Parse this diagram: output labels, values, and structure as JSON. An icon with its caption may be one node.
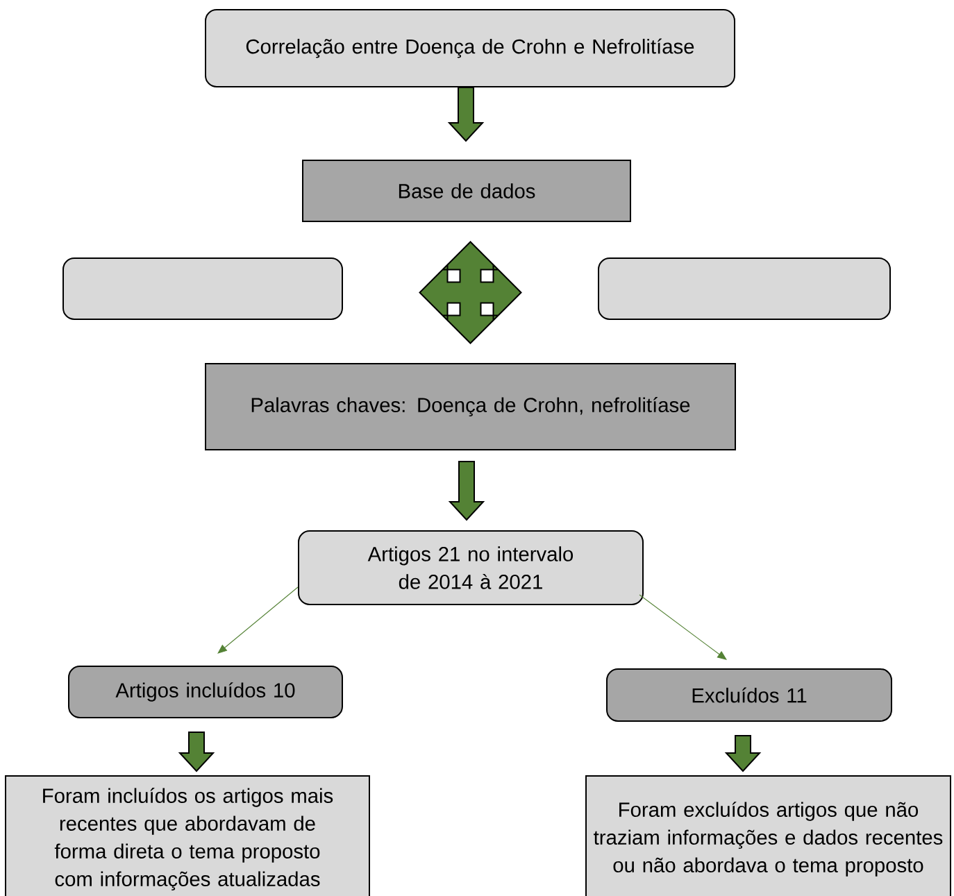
{
  "diagram": {
    "nodes": [
      {
        "text": [
          "Correlação entre Doença de Crohn e Nefrolitíase"
        ]
      },
      {
        "text": [
          "Base de dados"
        ]
      },
      {
        "text": [],
        "shape": "box"
      },
      {
        "text": [],
        "shape": "box"
      },
      {
        "text": [
          "Palavras chaves: Doença de Crohn, nefrolitíase"
        ]
      },
      {
        "text": [
          "Artigos 21 no intervalo de 2014 à 2021"
        ]
      },
      {
        "text": [
          "Artigos incluídos 10"
        ]
      },
      {
        "text": [
          "Excluídos 11"
        ]
      },
      {
        "text": [
          "Foram incluídos os artigos mais recentes que abordavam de forma direta o tema proposto com informações atualizadas"
        ]
      },
      {
        "text": [
          "Foram excluídos artigos que não traziam informações e dados recentes ou não abordava o tema proposto"
        ]
      }
    ],
    "edges": [
      {
        "from": 0,
        "to": 1,
        "arrow": "to",
        "style": "thick"
      },
      {
        "from": 1,
        "to": 4,
        "arrow": "both",
        "style": "thick"
      },
      {
        "from": 2,
        "to": 3,
        "arrow": "both",
        "style": "thick"
      },
      {
        "from": 4,
        "to": 5,
        "arrow": "to",
        "style": "thick"
      },
      {
        "from": 5,
        "to": 6,
        "arrow": "to"
      },
      {
        "from": 5,
        "to": 7,
        "arrow": "to"
      },
      {
        "from": 6,
        "to": 8,
        "arrow": "to",
        "style": "thick"
      },
      {
        "from": 7,
        "to": 9,
        "arrow": "to",
        "style": "thick"
      }
    ]
  }
}
